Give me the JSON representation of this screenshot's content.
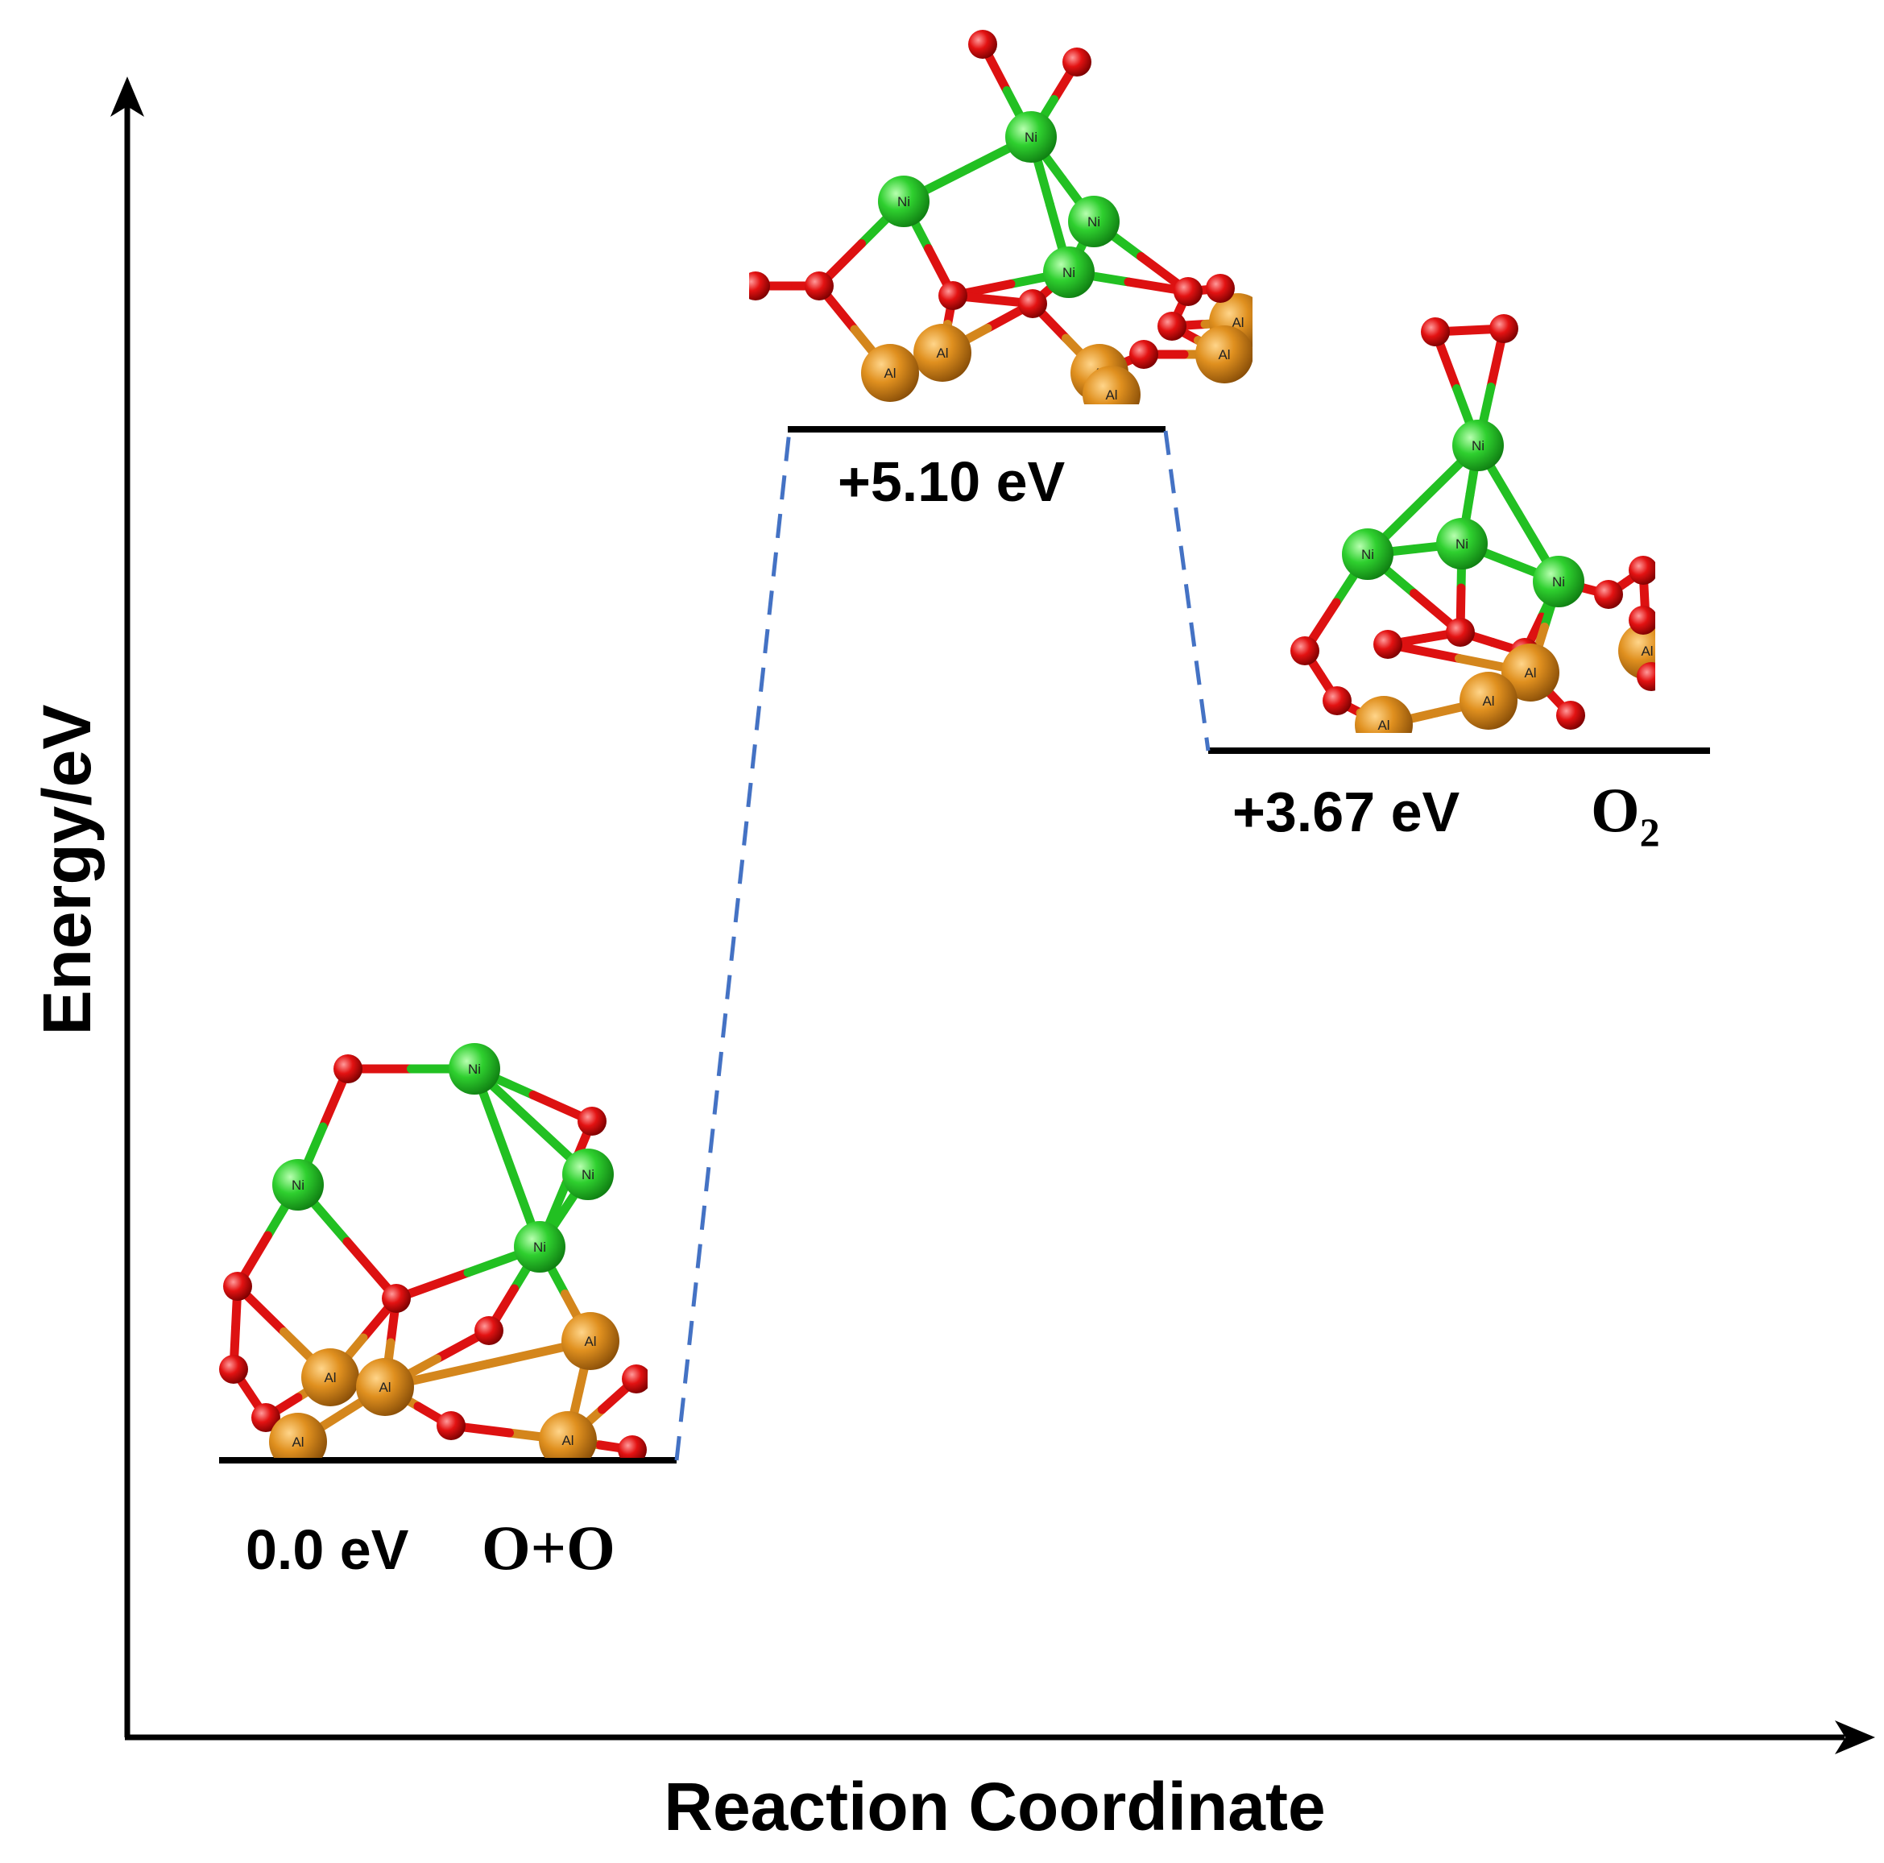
{
  "axes": {
    "x_label": "Reaction Coordinate",
    "y_label": "Energy/eV"
  },
  "chart_data": {
    "type": "energy-profile",
    "xlabel": "Reaction Coordinate",
    "ylabel": "Energy/eV",
    "states": [
      {
        "energy": 0.0,
        "energy_label": "0.0 eV",
        "species_label": "O+O"
      },
      {
        "energy": 5.1,
        "energy_label": "+5.10 eV",
        "species_label": ""
      },
      {
        "energy": 3.67,
        "energy_label": "+3.67 eV",
        "species_label": "O",
        "species_subscript": "2"
      }
    ],
    "connector_style": "dashed",
    "connector_color": "#4472c4"
  },
  "atom_labels": {
    "nickel": "Ni",
    "aluminum": "Al"
  },
  "colors": {
    "nickel": "#22c022",
    "aluminum": "#d4861c",
    "oxygen": "#dd1111",
    "level": "#000000",
    "connector": "#4472c4"
  }
}
